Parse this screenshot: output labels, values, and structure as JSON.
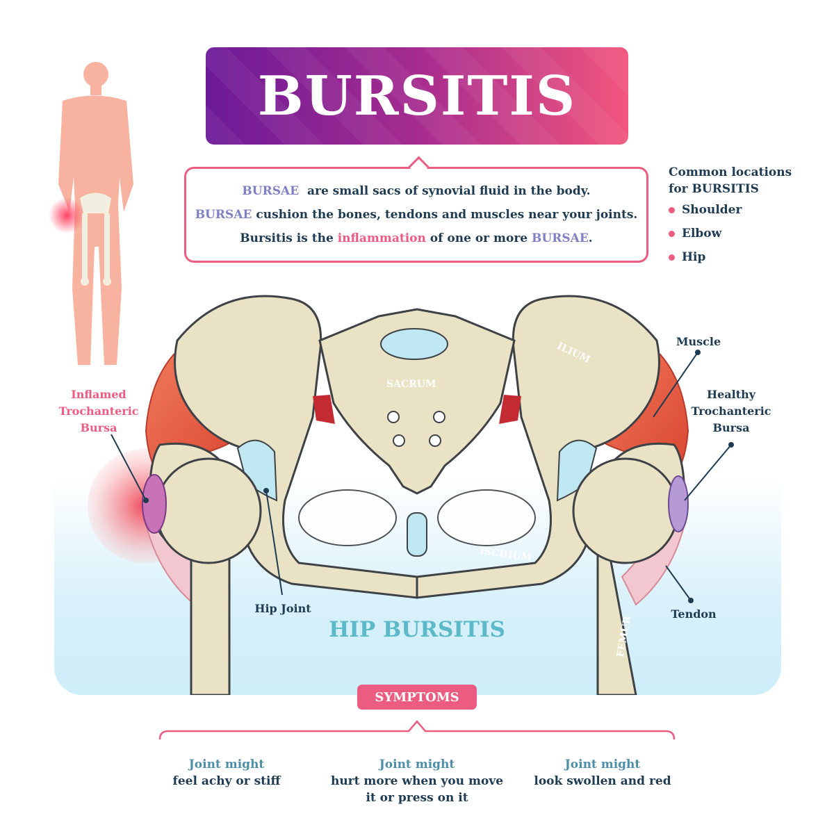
{
  "title": "BURSITIS",
  "description": {
    "line1": {
      "highlight": "BURSAE",
      "rest": "  are small sacs of synovial fluid in the body."
    },
    "line2": {
      "highlight": "BURSAE",
      "rest": " cushion the bones, tendons and muscles near your joints."
    },
    "line3": {
      "pre": "Bursitis is the ",
      "highlight1": "inflammation",
      "mid": " of one or more ",
      "highlight2": "BURSAE",
      "post": "."
    }
  },
  "locations": {
    "title_line1": "Common locations",
    "title_line2": "for BURSITIS",
    "items": [
      "Shoulder",
      "Elbow",
      "Hip"
    ]
  },
  "labels": {
    "inflamed_line1": "Inflamed",
    "inflamed_line2": "Trochanteric",
    "inflamed_line3": "Bursa",
    "muscle": "Muscle",
    "healthy_line1": "Healthy",
    "healthy_line2": "Trochanteric",
    "healthy_line3": "Bursa",
    "hip_joint": "Hip Joint",
    "tendon": "Tendon",
    "sacrum": "SACRUM",
    "ilium": "ILIUM",
    "ischium": "ISCHIUM",
    "femur": "FEMUR"
  },
  "section_title": "HIP BURSITIS",
  "symptoms_title": "SYMPTOMS",
  "symptoms": [
    {
      "lead": "Joint might",
      "line1": "feel achy or stiff",
      "line2": ""
    },
    {
      "lead": "Joint might",
      "line1": "hurt more when you move",
      "line2": "it or press on it"
    },
    {
      "lead": "Joint might",
      "line1": "look swollen and red",
      "line2": ""
    }
  ],
  "colors": {
    "accent_pink": "#ec5c80",
    "accent_purple": "#6c1a98",
    "text_navy": "#1f3b52",
    "bursae_lavender": "#7f7fc4",
    "hip_teal": "#5cb9c8",
    "bone": "#e9e2c4",
    "muscle": "#e0563e",
    "silhouette": "#f7b3a0"
  }
}
